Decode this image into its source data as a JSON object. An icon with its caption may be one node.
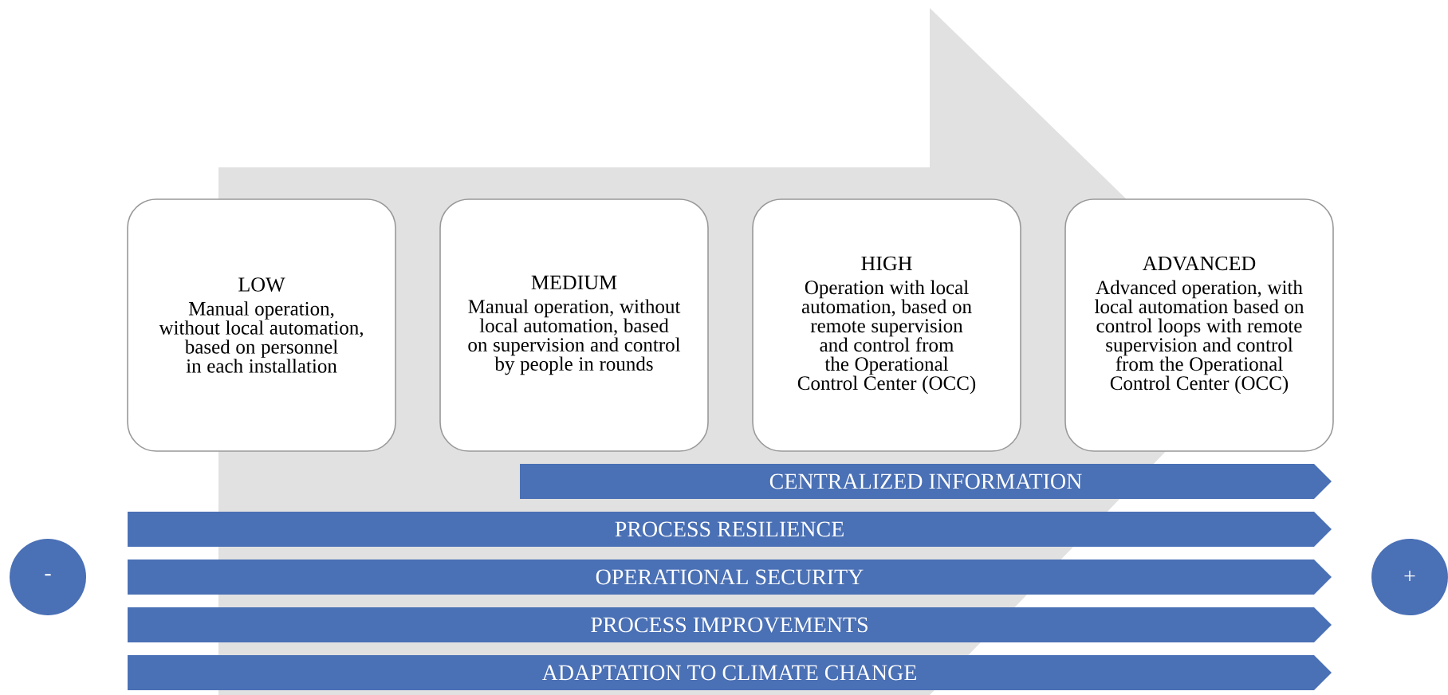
{
  "diagram": {
    "nodes": [
      {
        "text": [
          "LOW",
          "Manual operation, without local automation, based on personnel in each installation"
        ]
      },
      {
        "text": [
          "MEDIUM",
          "Manual operation, without local automation, based on supervision and control by people in rounds"
        ]
      },
      {
        "text": [
          "HIGH",
          "Operation with local automation, based on remote supervision and control from the Operational Control Center (OCC)"
        ]
      },
      {
        "text": [
          "ADVANCED",
          "Advanced operation, with local automation based on control loops with remote supervision and control from the Operational Control Center (OCC)"
        ]
      },
      {
        "text": [
          "CENTRALIZED INFORMATION"
        ]
      },
      {
        "text": [
          "PROCESS RESILIENCE"
        ]
      },
      {
        "text": [
          "OPERATIONAL SECURITY"
        ]
      },
      {
        "text": [
          "PROCESS IMPROVEMENTS"
        ]
      },
      {
        "text": [
          "ADAPTATION TO CLIMATE CHANGE"
        ]
      },
      {
        "text": [
          "-"
        ]
      },
      {
        "text": [
          "+"
        ]
      }
    ]
  }
}
